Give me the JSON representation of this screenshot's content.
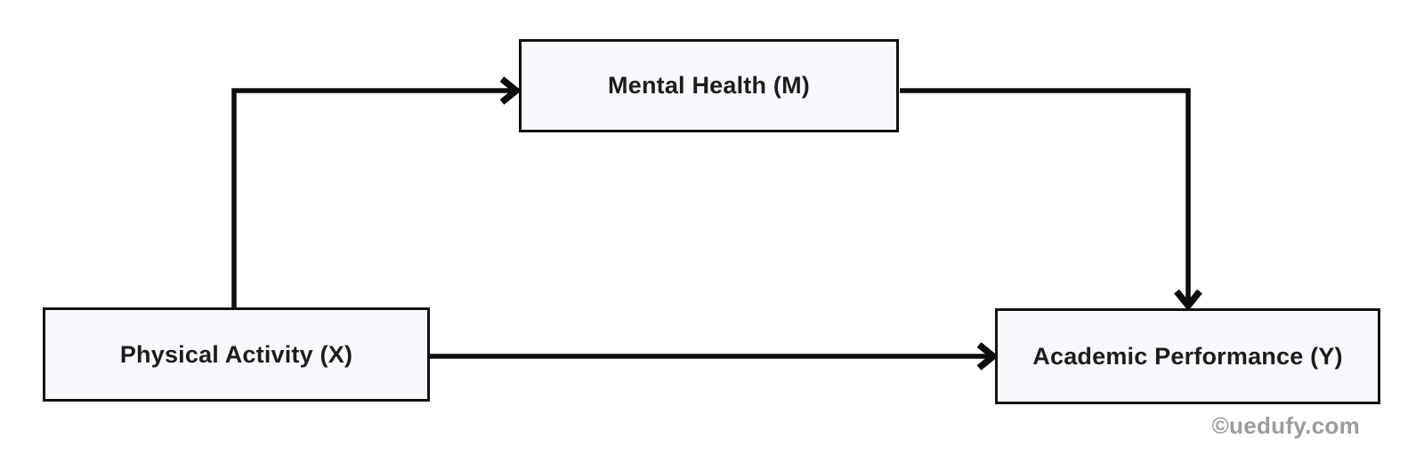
{
  "diagram": {
    "type": "mediation-model",
    "nodes": {
      "independent": {
        "label": "Physical Activity (X)"
      },
      "mediator": {
        "label": "Mental Health (M)"
      },
      "dependent": {
        "label": "Academic Performance (Y)"
      }
    },
    "edges": [
      {
        "from": "Physical Activity (X)",
        "to": "Mental Health (M)"
      },
      {
        "from": "Mental Health (M)",
        "to": "Academic Performance (Y)"
      },
      {
        "from": "Physical Activity (X)",
        "to": "Academic Performance (Y)"
      }
    ]
  },
  "watermark": {
    "text": "©uedufy.com"
  },
  "colors": {
    "background": "#ffffff",
    "box_fill": "#f8f9fc",
    "box_border": "#111111",
    "arrow": "#0d0d0d",
    "text": "#1c1c1c",
    "watermark": "#9b9b9b"
  }
}
